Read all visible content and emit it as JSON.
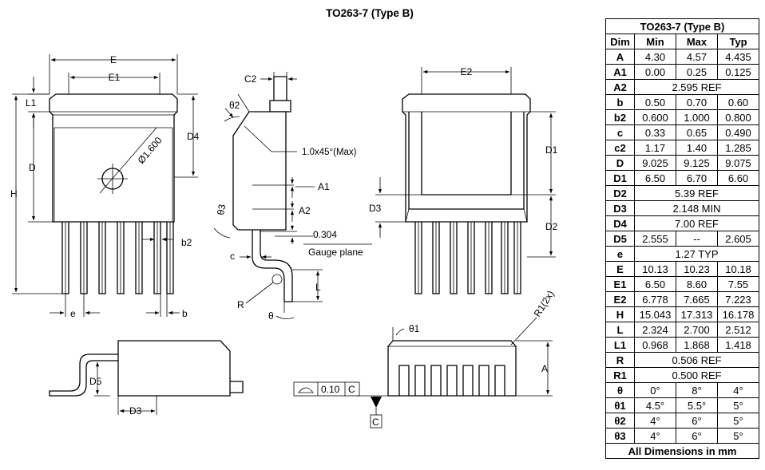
{
  "drawing": {
    "title": "TO263-7 (Type B)",
    "labels": {
      "E": "E",
      "E1": "E1",
      "E2": "E2",
      "L1": "L1",
      "D": "D",
      "D1": "D1",
      "D2": "D2",
      "D3": "D3",
      "D4": "D4",
      "D5": "D5",
      "H": "H",
      "b": "b",
      "b2": "b2",
      "e": "e",
      "c": "c",
      "C2": "C2",
      "A": "A",
      "A1": "A1",
      "A2": "A2",
      "L": "L",
      "R": "R",
      "R1": "R1(2x)",
      "theta": "θ",
      "theta1": "θ1",
      "theta2": "θ2",
      "theta3": "θ3",
      "diameter": "Ø1.600",
      "chamfer": "1.0x45°(Max)",
      "gauge_value": "0.304",
      "gauge_plane": "Gauge plane",
      "flatness_value": "0.10",
      "datum": "C"
    }
  },
  "table": {
    "title": "TO263-7 (Type B)",
    "headers": [
      "Dim",
      "Min",
      "Max",
      "Typ"
    ],
    "rows": [
      {
        "dim": "A",
        "min": "4.30",
        "max": "4.57",
        "typ": "4.435"
      },
      {
        "dim": "A1",
        "min": "0.00",
        "max": "0.25",
        "typ": "0.125"
      },
      {
        "dim": "A2",
        "span": "2.595 REF"
      },
      {
        "dim": "b",
        "min": "0.50",
        "max": "0.70",
        "typ": "0.60"
      },
      {
        "dim": "b2",
        "min": "0.600",
        "max": "1.000",
        "typ": "0.800"
      },
      {
        "dim": "c",
        "min": "0.33",
        "max": "0.65",
        "typ": "0.490"
      },
      {
        "dim": "c2",
        "min": "1.17",
        "max": "1.40",
        "typ": "1.285"
      },
      {
        "dim": "D",
        "min": "9.025",
        "max": "9.125",
        "typ": "9.075"
      },
      {
        "dim": "D1",
        "min": "6.50",
        "max": "6.70",
        "typ": "6.60"
      },
      {
        "dim": "D2",
        "span": "5.39 REF"
      },
      {
        "dim": "D3",
        "span": "2.148 MIN"
      },
      {
        "dim": "D4",
        "span": "7.00 REF"
      },
      {
        "dim": "D5",
        "min": "2.555",
        "max": "--",
        "typ": "2.605"
      },
      {
        "dim": "e",
        "span": "1.27 TYP"
      },
      {
        "dim": "E",
        "min": "10.13",
        "max": "10.23",
        "typ": "10.18"
      },
      {
        "dim": "E1",
        "min": "6.50",
        "max": "8.60",
        "typ": "7.55"
      },
      {
        "dim": "E2",
        "min": "6.778",
        "max": "7.665",
        "typ": "7.223"
      },
      {
        "dim": "H",
        "min": "15.043",
        "max": "17.313",
        "typ": "16.178"
      },
      {
        "dim": "L",
        "min": "2.324",
        "max": "2.700",
        "typ": "2.512"
      },
      {
        "dim": "L1",
        "min": "0.968",
        "max": "1.868",
        "typ": "1.418"
      },
      {
        "dim": "R",
        "span": "0.506 REF"
      },
      {
        "dim": "R1",
        "span": "0.500 REF"
      },
      {
        "dim": "θ",
        "min": "0°",
        "max": "8°",
        "typ": "4°"
      },
      {
        "dim": "θ1",
        "min": "4.5°",
        "max": "5.5°",
        "typ": "5°"
      },
      {
        "dim": "θ2",
        "min": "4°",
        "max": "6°",
        "typ": "5°"
      },
      {
        "dim": "θ3",
        "min": "4°",
        "max": "6°",
        "typ": "5°"
      }
    ],
    "footer": "All Dimensions in mm"
  }
}
